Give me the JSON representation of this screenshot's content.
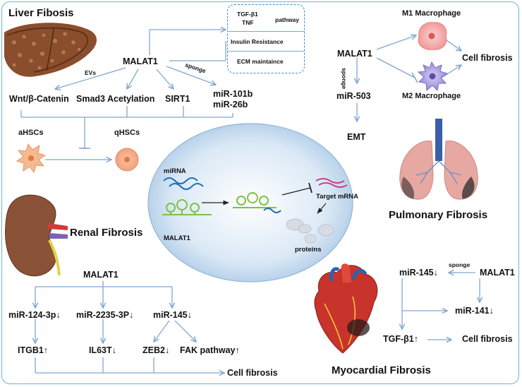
{
  "titles": {
    "liver": "Liver Fibosis",
    "renal": "Renal Fibrosis",
    "pulmonary": "Pulmonary Fibrosis",
    "myocardial": "Myocardial Fibrosis"
  },
  "liver": {
    "malat1": "MALAT1",
    "pathway_box": {
      "tgf": "TGF-β1",
      "tnf": "TNF",
      "pathway": "pathway",
      "insulin": "Insulin Resistance",
      "ecm": "ECM maintaince"
    },
    "evs": "EVs",
    "sponge": "sponge",
    "targets": [
      "Wnt/β-Catenin",
      "Smad3 Acetylation",
      "SIRT1",
      "miR-101b",
      "miR-26b"
    ],
    "ahsc": "aHSCs",
    "qhsc": "qHSCs"
  },
  "center": {
    "mirna": "miRNA",
    "malat1": "MALAT1",
    "target": "Target mRNA",
    "proteins": "proteins"
  },
  "pulmonary": {
    "malat1": "MALAT1",
    "m1": "M1 Macrophage",
    "m2": "M2 Macrophage",
    "cell_fibrosis": "Cell fibrosis",
    "sponge": "sponge",
    "mir503": "miR-503",
    "emt": "EMT"
  },
  "renal": {
    "malat1": "MALAT1",
    "mirs": [
      "miR-124-3p↓",
      "miR-2235-3P↓",
      "miR-145↓"
    ],
    "targets": [
      "ITGB1↑",
      "IL63T↓",
      "ZEB2↓",
      "FAK pathway↑"
    ],
    "cell_fibrosis": "Cell fibrosis"
  },
  "myocardial": {
    "mir145": "miR-145↓",
    "sponge": "sponge",
    "malat1": "MALAT1",
    "mir141": "miR-141↓",
    "tgf": "TGF-β1↑",
    "cell_fibrosis": "Cell fibrosis"
  },
  "colors": {
    "frame": "#6fb4d6",
    "arrow": "#7fa7cf",
    "dashed": "#3a8fc8"
  }
}
